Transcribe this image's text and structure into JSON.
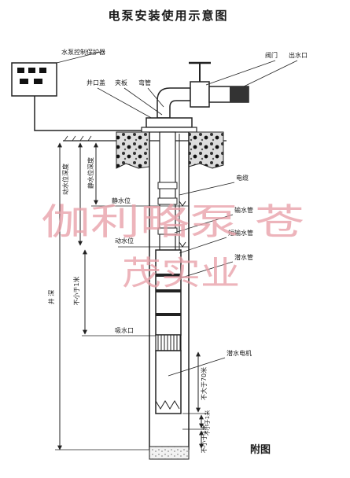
{
  "title": "电泵安装使用示意图",
  "figure_caption": "附图",
  "watermark": {
    "line1": "伽利略泵 苍",
    "line2": "茂实业"
  },
  "labels": {
    "control_box": "水泵控制保护器",
    "valve": "阀门",
    "outlet": "出水口",
    "well_cover": "井口盖",
    "clamp": "夹板",
    "elbow": "弯管",
    "cable": "电缆",
    "static_level": "静水位",
    "outlet_pipe": "输水管",
    "dynamic_level": "动水位",
    "short_pipe": "短输水管",
    "submersible_pipe": "潜水管",
    "intake": "吸水口",
    "motor": "潜水电机",
    "dyn_depth": "动水位深度",
    "static_depth": "静水位深度",
    "well_depth": "井 深",
    "min_1m_a": "不小于1米",
    "max_70m": "不大于70米",
    "min_1m_b": "不小于1米",
    "min_1m_c": "不小于1米"
  }
}
